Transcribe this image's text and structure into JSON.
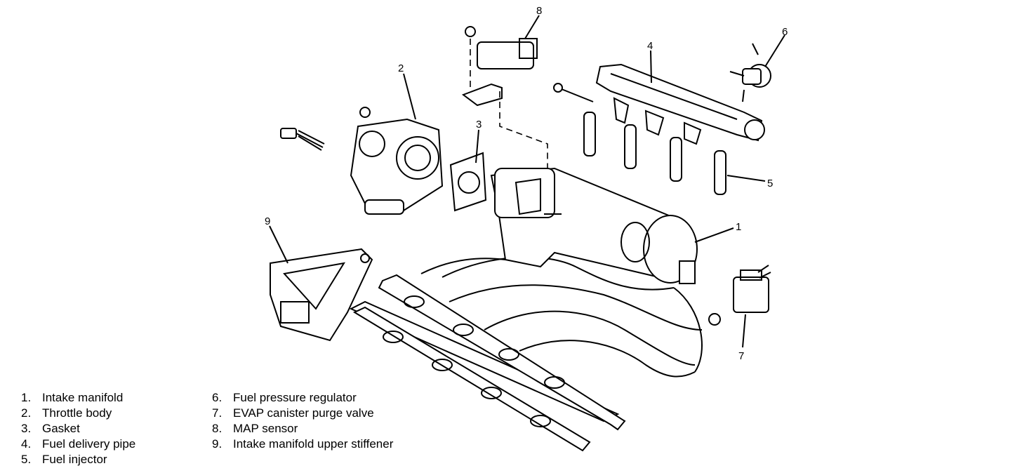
{
  "diagram": {
    "callouts": [
      "1",
      "2",
      "3",
      "4",
      "5",
      "6",
      "7",
      "8",
      "9"
    ]
  },
  "legend": {
    "left": [
      {
        "num": "1.",
        "label": "Intake manifold"
      },
      {
        "num": "2.",
        "label": "Throttle body"
      },
      {
        "num": "3.",
        "label": "Gasket"
      },
      {
        "num": "4.",
        "label": "Fuel delivery pipe"
      },
      {
        "num": "5.",
        "label": "Fuel injector"
      }
    ],
    "right": [
      {
        "num": "6.",
        "label": "Fuel pressure regulator"
      },
      {
        "num": "7.",
        "label": "EVAP canister purge valve"
      },
      {
        "num": "8.",
        "label": "MAP sensor"
      },
      {
        "num": "9.",
        "label": "Intake manifold upper stiffener"
      }
    ]
  }
}
